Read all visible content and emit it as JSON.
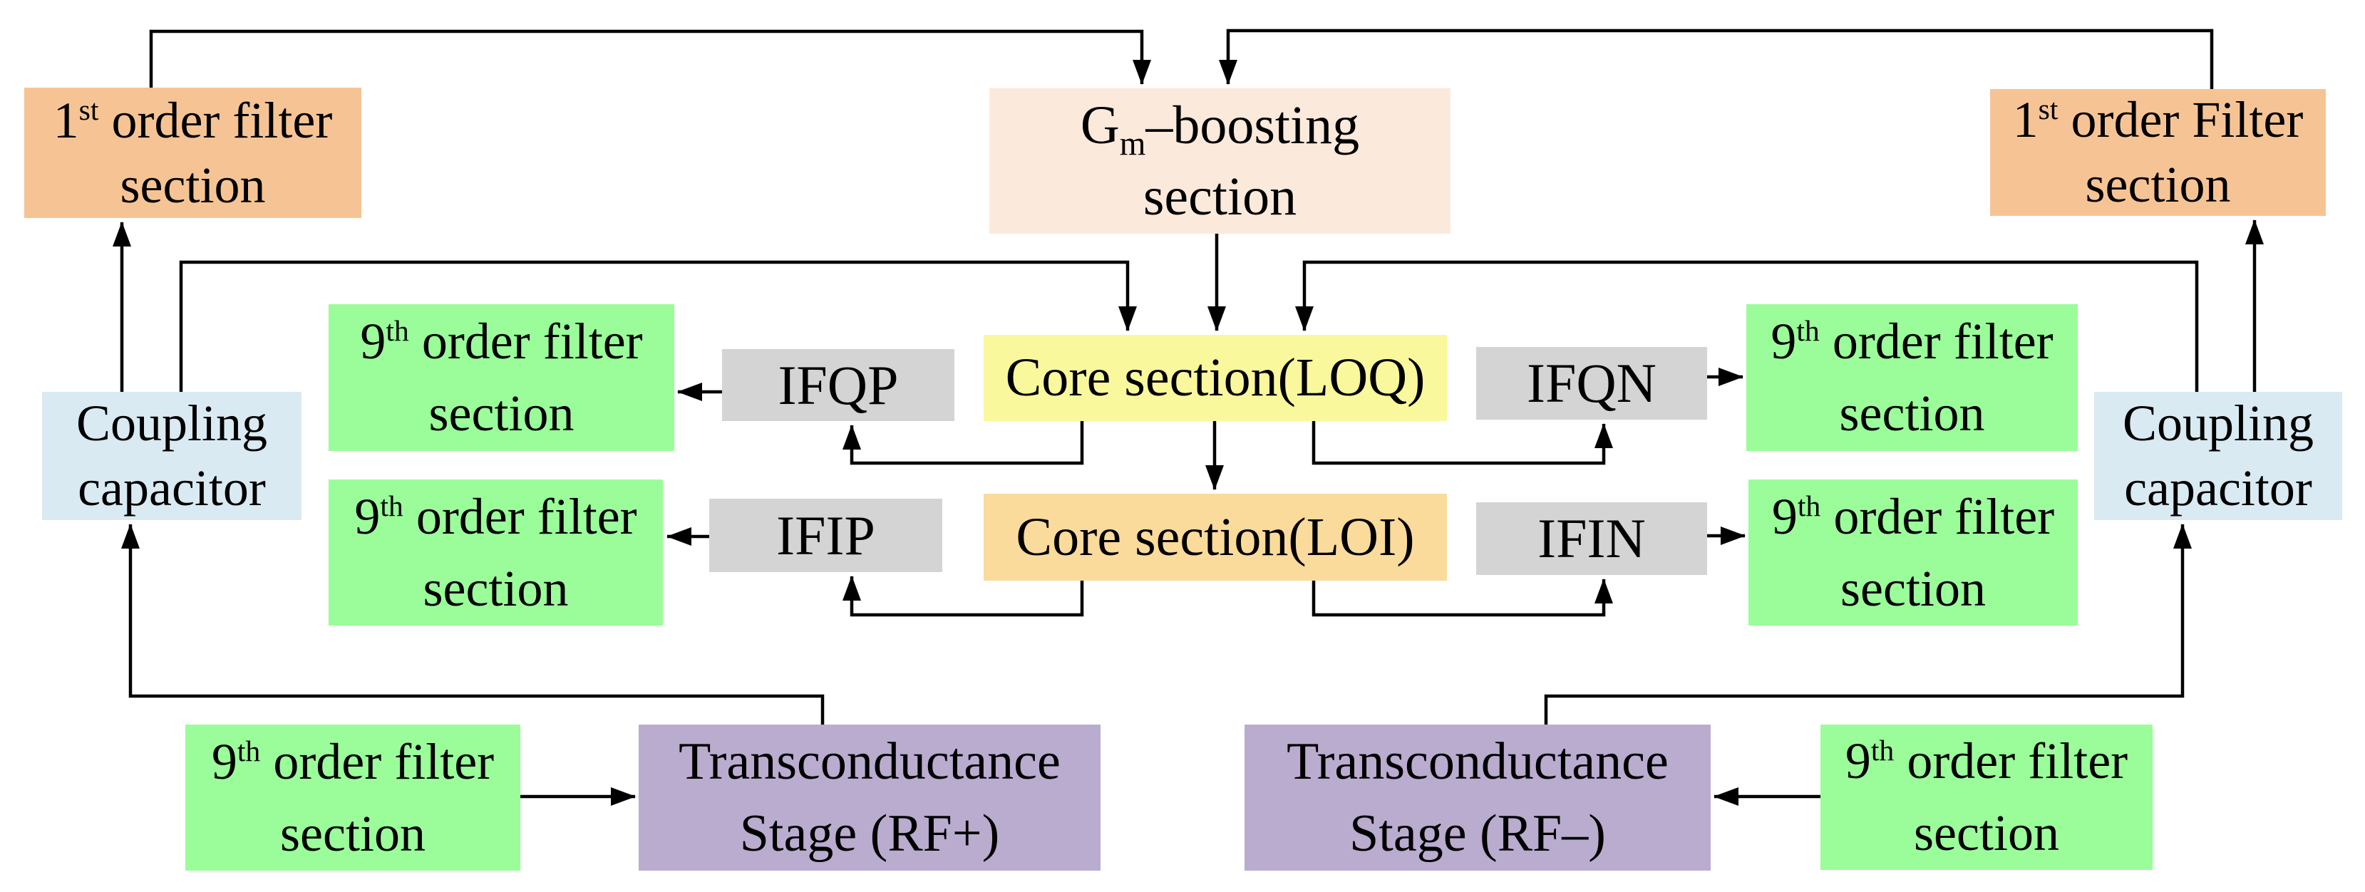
{
  "diagram": {
    "colors": {
      "box_filter1st": "#F6C494",
      "box_gm": "#FBEADB",
      "box_core_loq": "#FAF89C",
      "box_core_loi": "#FADB9B",
      "box_if": "#D4D4D4",
      "box_filter9th": "#9AFD9A",
      "box_coupling": "#D9EAF2",
      "box_transconductance": "#B9ACCF",
      "line": "#000000",
      "text": "#000000"
    },
    "boxes": {
      "filter_1st_left": {
        "line1_prefix": "1",
        "line1_sup": "st",
        "line1_rest": " order filter",
        "line2": "section"
      },
      "filter_1st_right": {
        "line1_prefix": "1",
        "line1_sup": "st",
        "line1_rest": " order Filter",
        "line2": "section"
      },
      "gm_boosting": {
        "line1_prefix": "G",
        "line1_sub": "m",
        "line1_rest": "–boosting",
        "line2": "section"
      },
      "filter_9th": {
        "line1_prefix": "9",
        "line1_sup": "th",
        "line1_rest": " order filter",
        "line2": "section"
      },
      "core_loq": {
        "label": "Core section(LOQ)"
      },
      "core_loi": {
        "label": "Core section(LOI)"
      },
      "if_qp": {
        "label": "IFQP"
      },
      "if_qn": {
        "label": "IFQN"
      },
      "if_ip": {
        "label": "IFIP"
      },
      "if_in": {
        "label": "IFIN"
      },
      "coupling_capacitor": {
        "line1": "Coupling",
        "line2": "capacitor"
      },
      "transconductance_plus": {
        "line1": "Transconductance",
        "line2": "Stage (RF+)"
      },
      "transconductance_minus": {
        "line1": "Transconductance",
        "line2": "Stage (RF–)"
      }
    }
  }
}
